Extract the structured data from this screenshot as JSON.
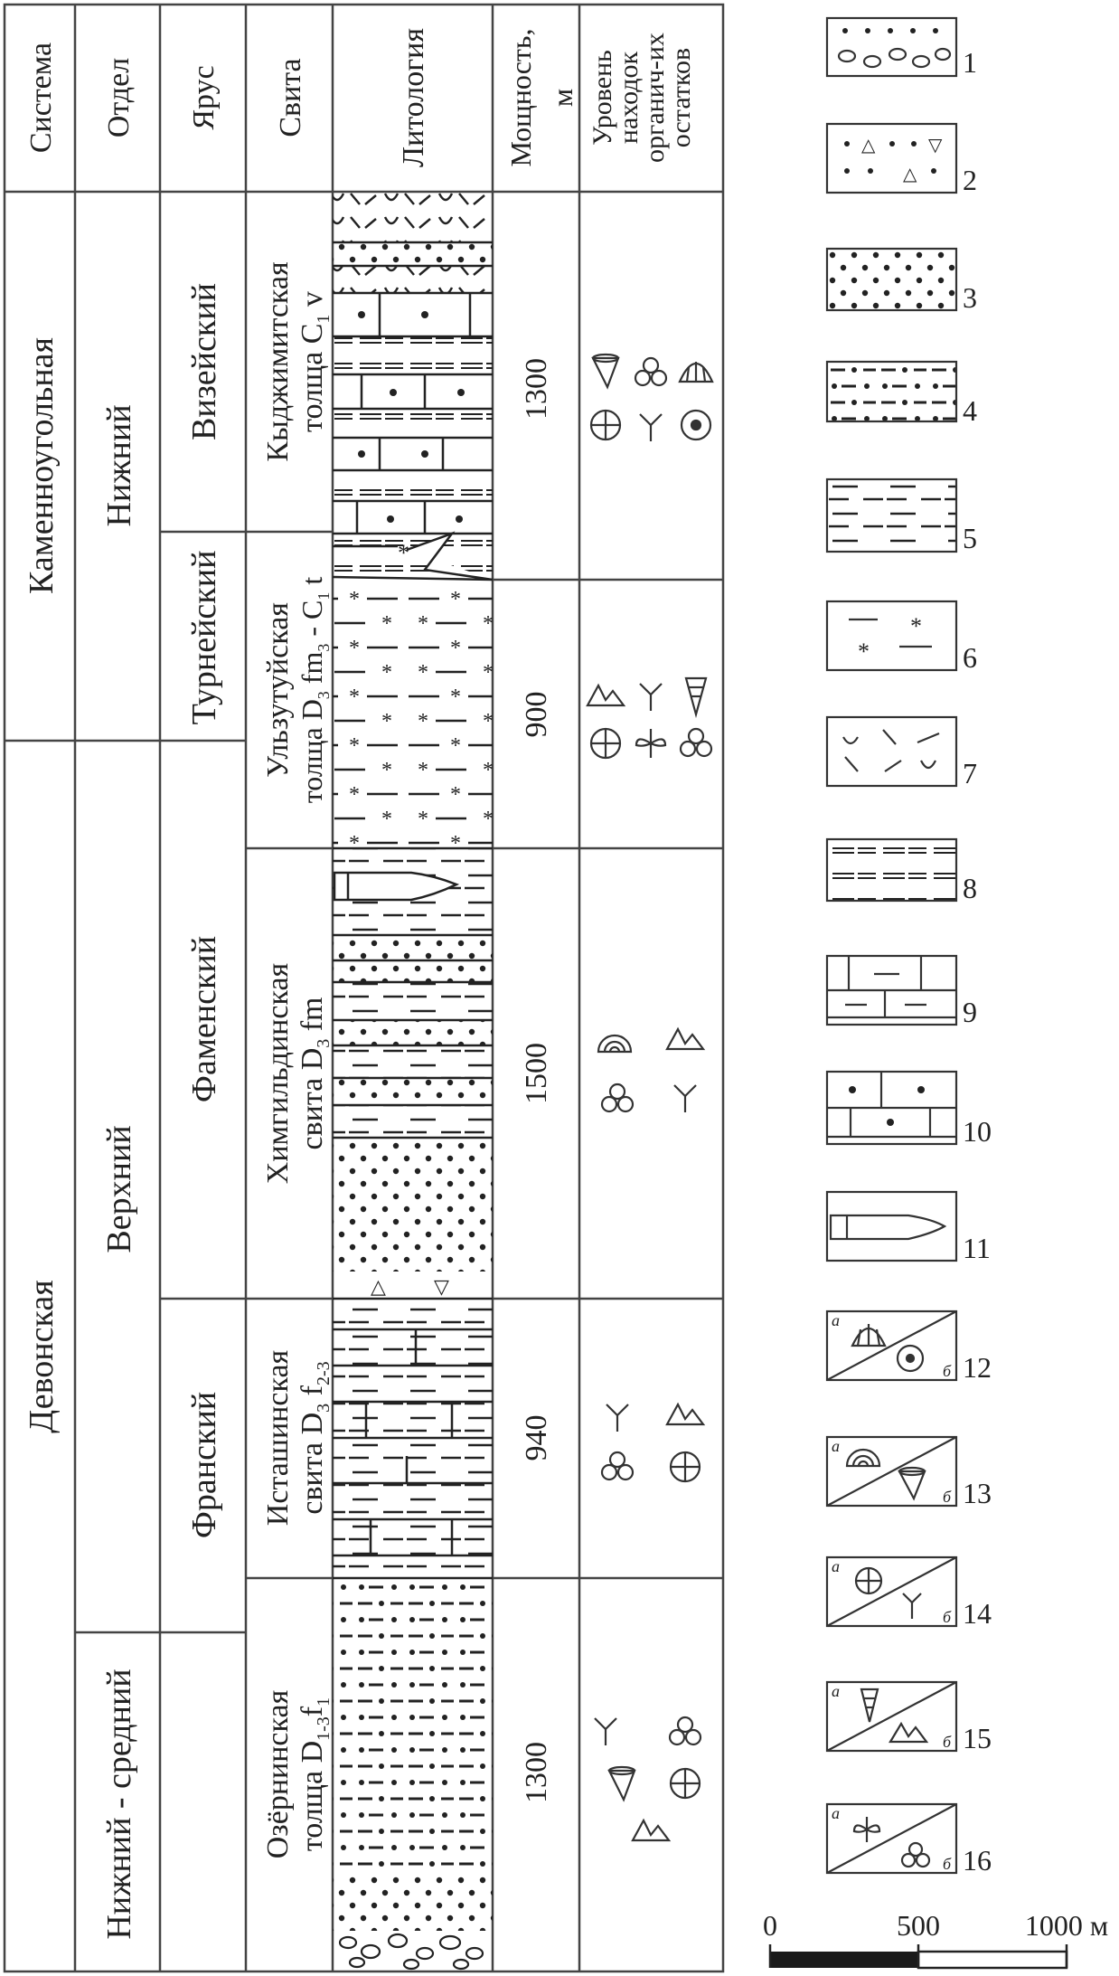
{
  "header": {
    "system": "Система",
    "section": "Отдел",
    "stage": "Ярус",
    "suite": "Свита",
    "lithology": "Литология",
    "thickness": "Мощность, м",
    "fossils": "Уровень находок органич-их остатков"
  },
  "systems": [
    {
      "id": "carb",
      "label": "Каменноугольная"
    },
    {
      "id": "dev",
      "label": "Девонская"
    }
  ],
  "sections": [
    {
      "id": "lower",
      "label": "Нижний"
    },
    {
      "id": "upper",
      "label": "Верхний"
    },
    {
      "id": "lowmid",
      "label": "Нижний - средний"
    }
  ],
  "stages": [
    {
      "id": "vis",
      "label": "Визейский"
    },
    {
      "id": "tou",
      "label": "Турнейский"
    },
    {
      "id": "fam",
      "label": "Фаменский"
    },
    {
      "id": "fra",
      "label": "Франский"
    }
  ],
  "suites": [
    {
      "id": "kyd",
      "name1": "Кыджимитская",
      "name2": "толща C",
      "sub": "1",
      "tail": " v",
      "thickness": "1300"
    },
    {
      "id": "ulz",
      "name1": "Ульзутуйская",
      "name2": "толща D",
      "sub": "3",
      "tail": " fm",
      "sub2": "3",
      "tail2": " - C",
      "sub3": "1",
      "tail3": " t",
      "thickness": "900"
    },
    {
      "id": "khim",
      "name1": "Химгильдинская",
      "name2": "свита D",
      "sub": "3",
      "tail": " fm",
      "thickness": "1500"
    },
    {
      "id": "ist",
      "name1": "Исташинская",
      "name2": "свита D",
      "sub": "3",
      "tail": " f",
      "sub2": "2-3",
      "thickness": "940"
    },
    {
      "id": "oz",
      "name1": "Озёрнинская",
      "name2": "толща D",
      "sub": "1-3",
      "tail": "f",
      "sub2": "1",
      "thickness": "1300"
    }
  ],
  "legend": {
    "numbers": [
      "1",
      "2",
      "3",
      "4",
      "5",
      "6",
      "7",
      "8",
      "9",
      "10",
      "11",
      "12",
      "13",
      "14",
      "15",
      "16"
    ],
    "letter_a": "а",
    "letter_b": "б"
  },
  "scale": {
    "labels": [
      "0",
      "500",
      "1000 м"
    ]
  }
}
